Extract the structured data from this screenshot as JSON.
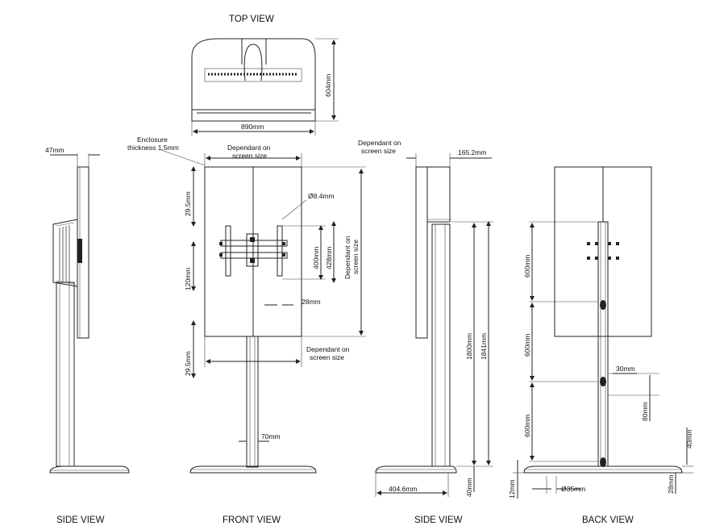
{
  "views": {
    "top": "TOP VIEW",
    "side_left": "SIDE VIEW",
    "front": "FRONT VIEW",
    "side_right": "SIDE VIEW",
    "back": "BACK VIEW"
  },
  "dims": {
    "top_depth": "604mm",
    "top_width": "890mm",
    "side_width": "47mm",
    "enclosure_line1": "Enclosure",
    "enclosure_line2": "thickness 1.5mm",
    "front_top_line1": "Dependant on",
    "front_top_line2": "screen size",
    "front_29_5_top": "29.5mm",
    "hole": "Ø8.4mm",
    "front_120": "120mm",
    "front_400": "400mm",
    "front_428": "428mm",
    "front_right_line1": "Dependant on",
    "front_right_line2": "screen size",
    "front_28": "28mm",
    "front_29_5_bottom": "29.5mm",
    "front_bottom_line1": "Dependant on",
    "front_bottom_line2": "screen size",
    "front_70": "70mm",
    "side_top_line1": "Dependant on",
    "side_top_line2": "screen size",
    "side_165": "165.2mm",
    "side_1800": "1800mm",
    "side_1841": "1841mm",
    "side_404": "404.6mm",
    "side_40": "40mm",
    "back_600_a": "600mm",
    "back_600_b": "600mm",
    "back_600_c": "600mm",
    "back_30": "30mm",
    "back_80": "80mm",
    "back_40": "40mm",
    "back_12": "12mm",
    "back_35": "Ø35mm",
    "back_28": "28mm"
  }
}
